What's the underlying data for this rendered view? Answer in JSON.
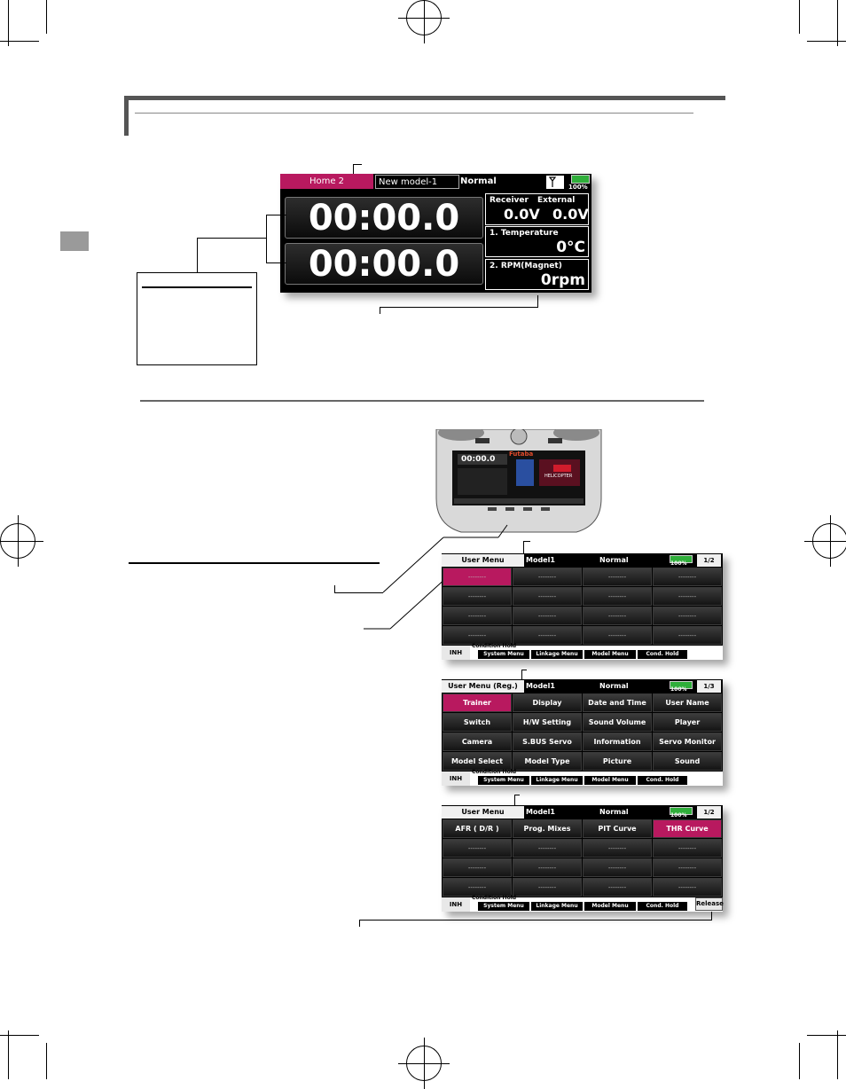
{
  "home_screen": {
    "tab": "Home 2",
    "model_name": "New model-1",
    "condition": "Normal",
    "battery": "100%",
    "timer1": "00:00.0",
    "timer2": "00:00.0",
    "receiver_label": "Receiver",
    "external_label": "External",
    "receiver_value": "0.0V",
    "external_value": "0.0V",
    "sensor2_label": "1. Temperature",
    "sensor2_value": "0°C",
    "sensor3_label": "2. RPM(Magnet)",
    "sensor3_value": "0rpm"
  },
  "device_preview": {
    "timer": "00:00.0",
    "brand": "Futaba",
    "model": "HELICOPTER"
  },
  "menu1": {
    "title": "User Menu",
    "model": "Model1",
    "condition": "Normal",
    "battery": "100%",
    "page": "1/2",
    "rows": [
      [
        "--------",
        "--------",
        "--------",
        "--------"
      ],
      [
        "--------",
        "--------",
        "--------",
        "--------"
      ],
      [
        "--------",
        "--------",
        "--------",
        "--------"
      ],
      [
        "--------",
        "--------",
        "--------",
        "--------"
      ]
    ],
    "inh": "INH",
    "cond_hold": "Condition Hold",
    "buttons": [
      "System Menu",
      "Linkage Menu",
      "Model Menu",
      "Cond. Hold"
    ]
  },
  "menu2": {
    "title": "User Menu (Reg.)",
    "model": "Model1",
    "condition": "Normal",
    "battery": "100%",
    "page": "1/3",
    "rows": [
      [
        "Trainer",
        "Display",
        "Date and Time",
        "User Name"
      ],
      [
        "Switch",
        "H/W Setting",
        "Sound Volume",
        "Player"
      ],
      [
        "Camera",
        "S.BUS Servo",
        "Information",
        "Servo Monitor"
      ],
      [
        "Model Select",
        "Model Type",
        "Picture",
        "Sound"
      ]
    ],
    "inh": "INH",
    "cond_hold": "Condition Hold",
    "buttons": [
      "System Menu",
      "Linkage Menu",
      "Model Menu",
      "Cond. Hold"
    ]
  },
  "menu3": {
    "title": "User Menu",
    "model": "Model1",
    "condition": "Normal",
    "battery": "100%",
    "page": "1/2",
    "rows": [
      [
        "AFR ( D/R )",
        "Prog. Mixes",
        "PIT Curve",
        "THR Curve"
      ],
      [
        "--------",
        "--------",
        "--------",
        "--------"
      ],
      [
        "--------",
        "--------",
        "--------",
        "--------"
      ],
      [
        "--------",
        "--------",
        "--------",
        "--------"
      ]
    ],
    "inh": "INH",
    "cond_hold": "Condition Hold",
    "buttons": [
      "System Menu",
      "Linkage Menu",
      "Model Menu",
      "Cond. Hold"
    ],
    "release": "Release"
  },
  "colors": {
    "accent": "#b8195f",
    "battery": "#2fae3a"
  }
}
